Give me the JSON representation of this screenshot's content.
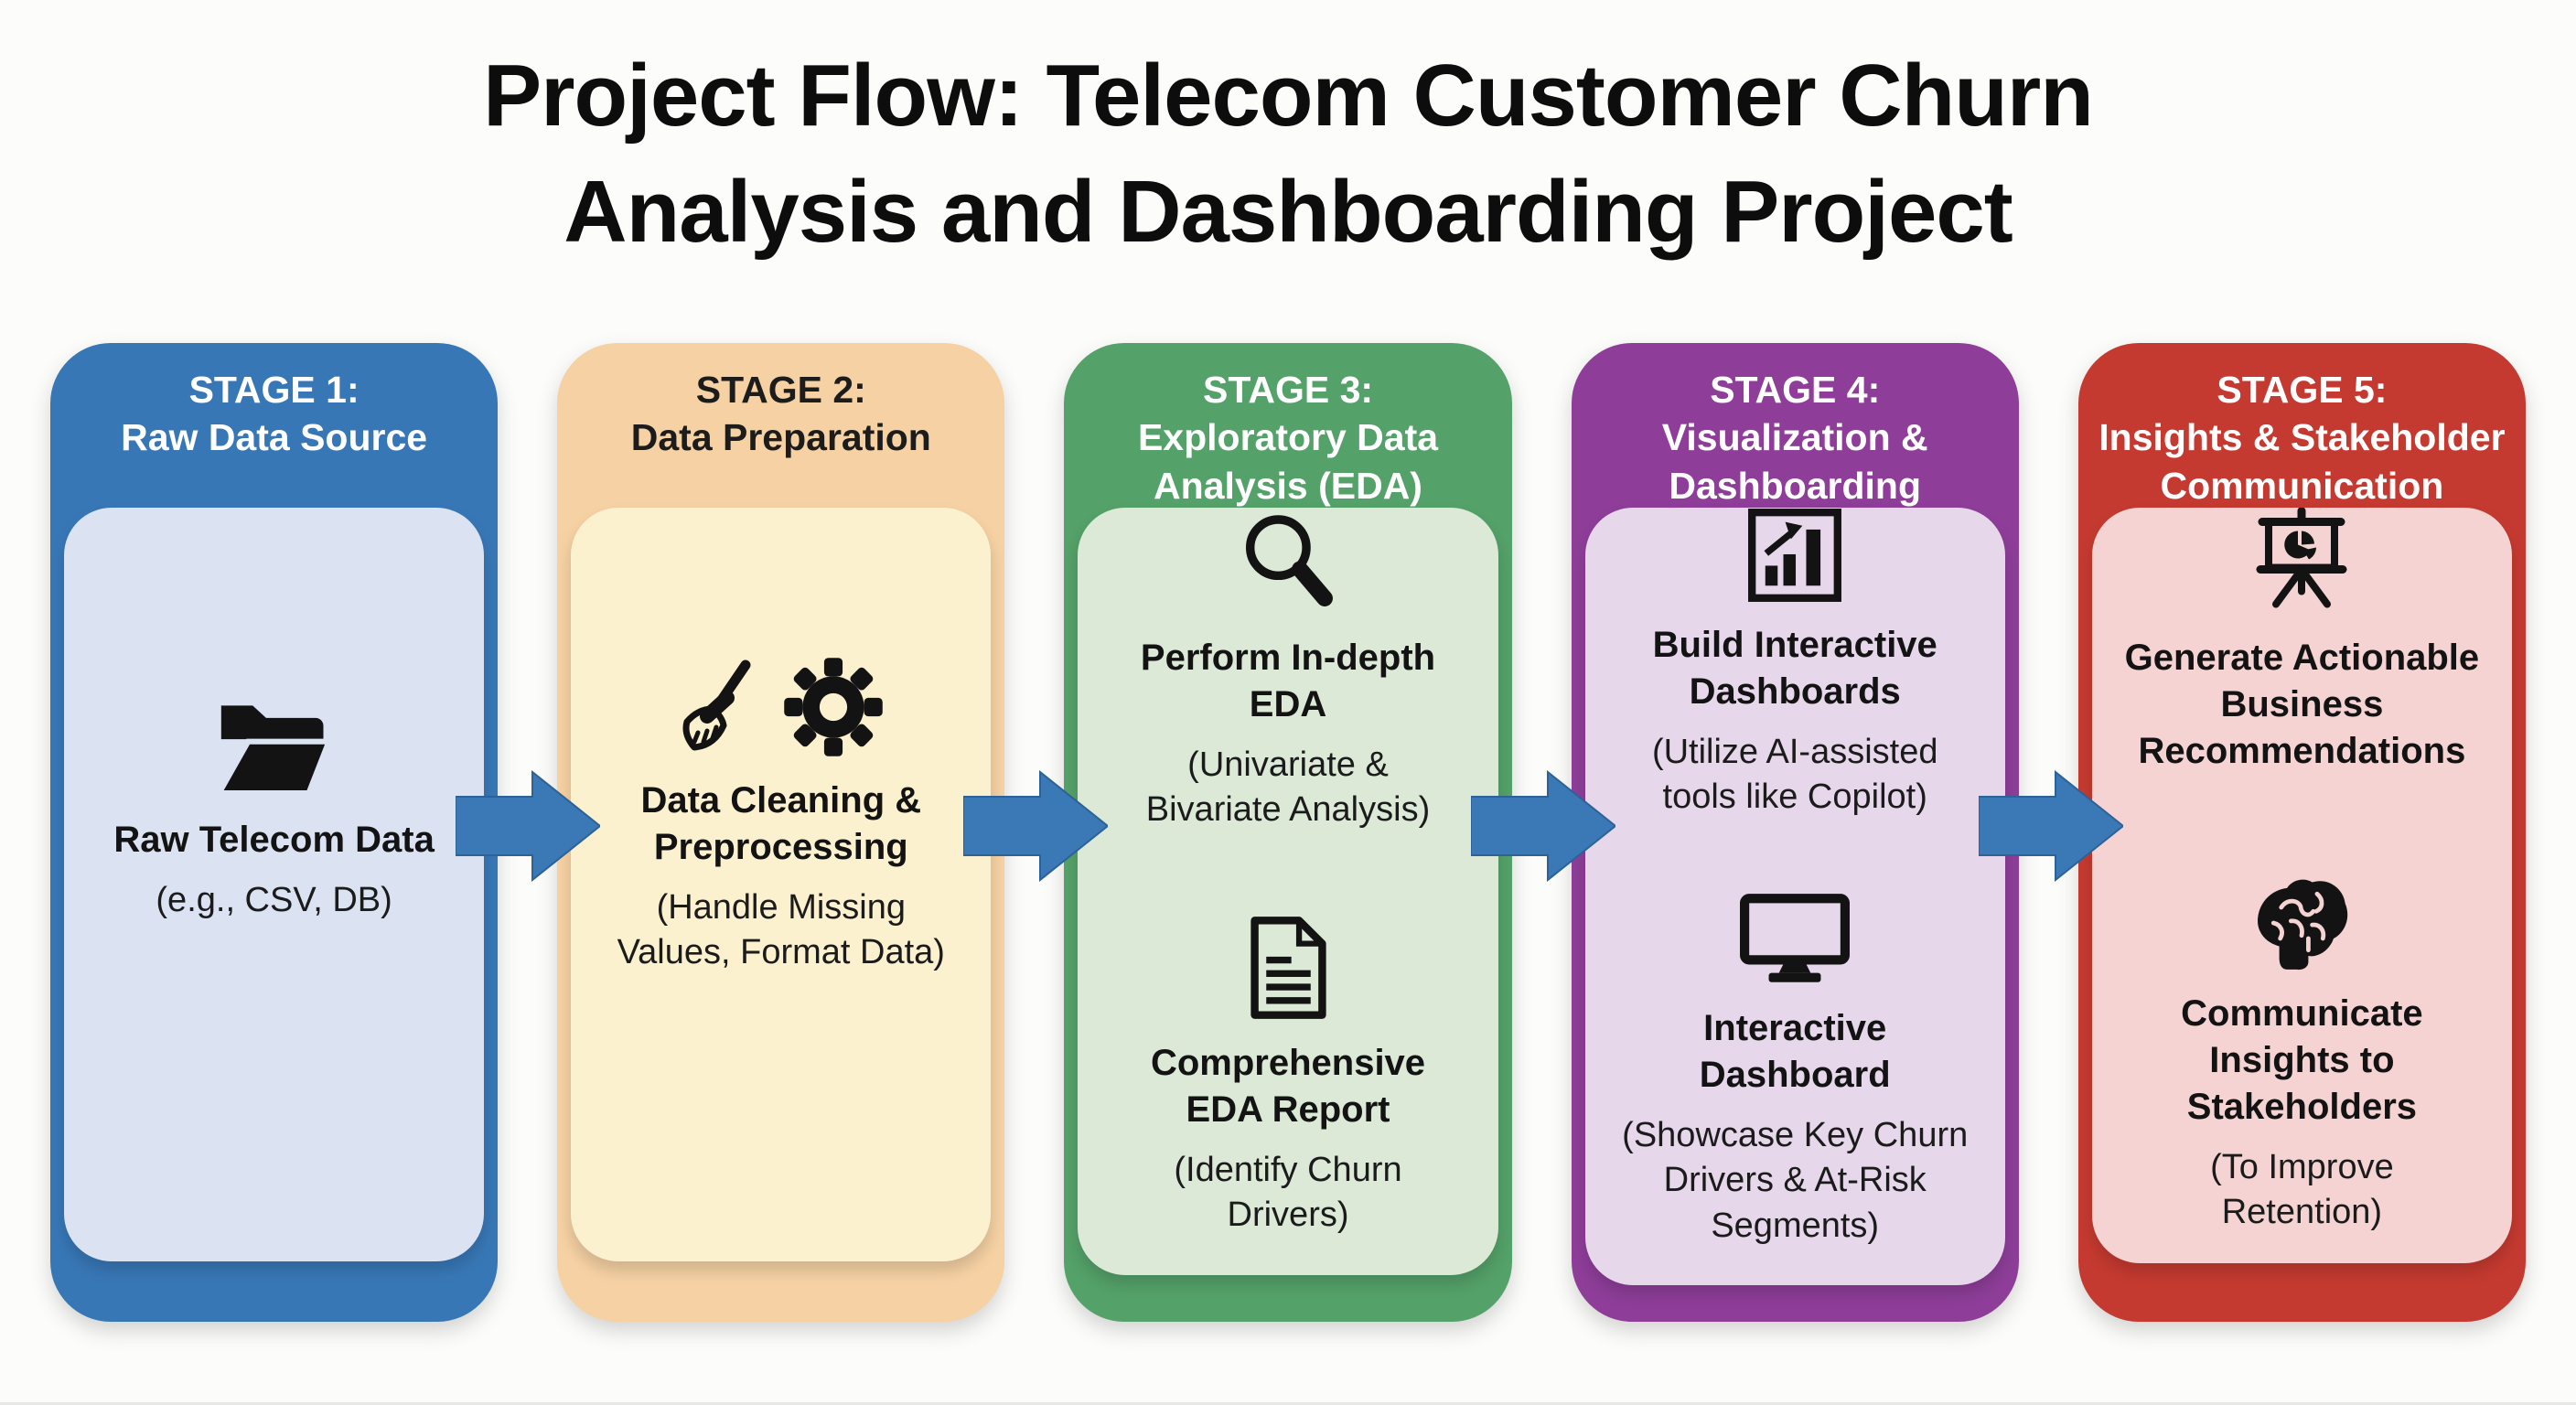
{
  "title": {
    "text": "Project Flow: Telecom Customer Churn\nAnalysis and Dashboarding Project"
  },
  "arrow": {
    "color": "#3a78b6",
    "count": 4,
    "direction": "right"
  },
  "colors": {
    "background": "#fcfcfa",
    "title_text": "#0d0d0d"
  },
  "stages": [
    {
      "header": "STAGE 1:\nRaw Data Source",
      "colors": {
        "outer": "#3877b6",
        "inner": "#dbe3f2",
        "header_text": "#ffffff"
      },
      "items": [
        {
          "icon": "folder-open-icon",
          "title": "Raw Telecom Data",
          "subtitle": "(e.g., CSV, DB)"
        }
      ]
    },
    {
      "header": "STAGE 2:\nData Preparation",
      "colors": {
        "outer": "#f5d1a3",
        "inner": "#fcf1cf",
        "header_text": "#1c1c1c"
      },
      "items": [
        {
          "icon": "broom-and-gear-icon",
          "title": "Data Cleaning &\nPreprocessing",
          "subtitle": "(Handle Missing\nValues, Format Data)"
        }
      ]
    },
    {
      "header": "STAGE 3:\nExploratory Data\nAnalysis (EDA)",
      "colors": {
        "outer": "#54a169",
        "inner": "#dbe9d6",
        "header_text": "#ffffff"
      },
      "items": [
        {
          "icon": "magnifier-icon",
          "title": "Perform In-depth\nEDA",
          "subtitle": "(Univariate &\nBivariate Analysis)"
        },
        {
          "icon": "document-icon",
          "title": "Comprehensive\nEDA Report",
          "subtitle": "(Identify Churn\nDrivers)"
        }
      ]
    },
    {
      "header": "STAGE 4:\nVisualization &\nDashboarding",
      "colors": {
        "outer": "#8e3e99",
        "inner": "#e6d7ea",
        "header_text": "#ffffff"
      },
      "items": [
        {
          "icon": "chart-growth-icon",
          "title": "Build Interactive\nDashboards",
          "subtitle": "(Utilize AI-assisted\ntools like Copilot)"
        },
        {
          "icon": "monitor-icon",
          "title": "Interactive\nDashboard",
          "subtitle": "(Showcase Key Churn\nDrivers & At-Risk\nSegments)"
        }
      ]
    },
    {
      "header": "STAGE 5:\nInsights & Stakeholder\nCommunication",
      "colors": {
        "outer": "#c53a30",
        "inner": "#f5d3d2",
        "header_text": "#ffffff"
      },
      "items": [
        {
          "icon": "presentation-board-icon",
          "title": "Generate Actionable\nBusiness\nRecommendations",
          "subtitle": ""
        },
        {
          "icon": "brain-icon",
          "title": "Communicate\nInsights to\nStakeholders",
          "subtitle": "(To Improve\nRetention)"
        }
      ]
    }
  ]
}
